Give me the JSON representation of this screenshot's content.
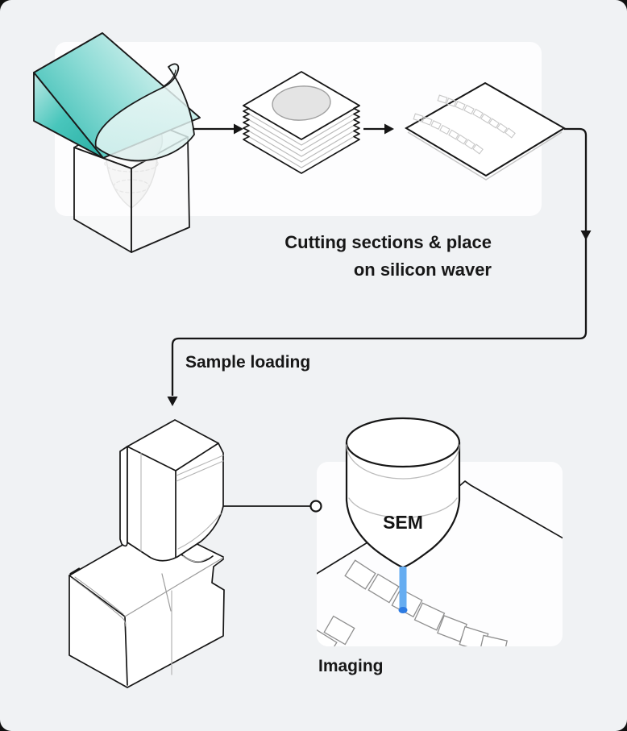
{
  "page": {
    "background": "#f0f2f4",
    "corner_background": "#101010",
    "panel_background": "#fdfdfe"
  },
  "flow": {
    "step1_caption_line1": "Cutting sections & place",
    "step1_caption_line2": "on silicon waver",
    "step2_caption": "Sample loading",
    "step3_caption": "Imaging",
    "detector_label": "SEM"
  },
  "icons": {
    "arrow_block_to_stack": "arrow-right",
    "arrow_stack_to_wafer": "arrow-right",
    "flow_connector": "elbow-arrow-down",
    "sample_loading_arrow": "arrow-down",
    "machine_callout": "circle-connector"
  },
  "colors": {
    "outline": "#161616",
    "knife_teal_dark": "#2db1a6",
    "knife_teal": "#3fc0b7",
    "knife_teal_light": "#e9f9f7",
    "tissue_gray": "#e5e5e5",
    "beam_blue": "#66adf1",
    "beam_tip_blue": "#2d7be2"
  }
}
